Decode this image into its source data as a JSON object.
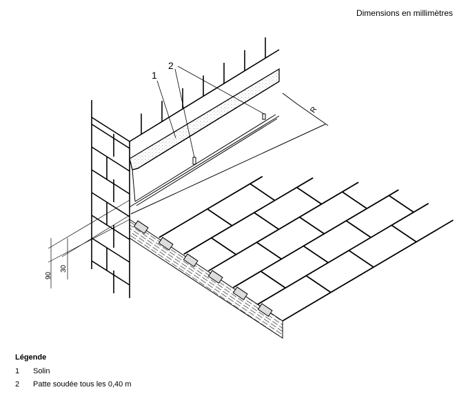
{
  "header": {
    "note": "Dimensions en millimètres"
  },
  "drawing": {
    "callouts": [
      "1",
      "2"
    ],
    "dimension_label_r": "R",
    "dimension_90": "90",
    "dimension_30": "30"
  },
  "legend": {
    "title": "Légende",
    "items": [
      {
        "num": "1",
        "label": "Solin"
      },
      {
        "num": "2",
        "label": "Patte soudée tous les 0,40 m"
      }
    ]
  }
}
